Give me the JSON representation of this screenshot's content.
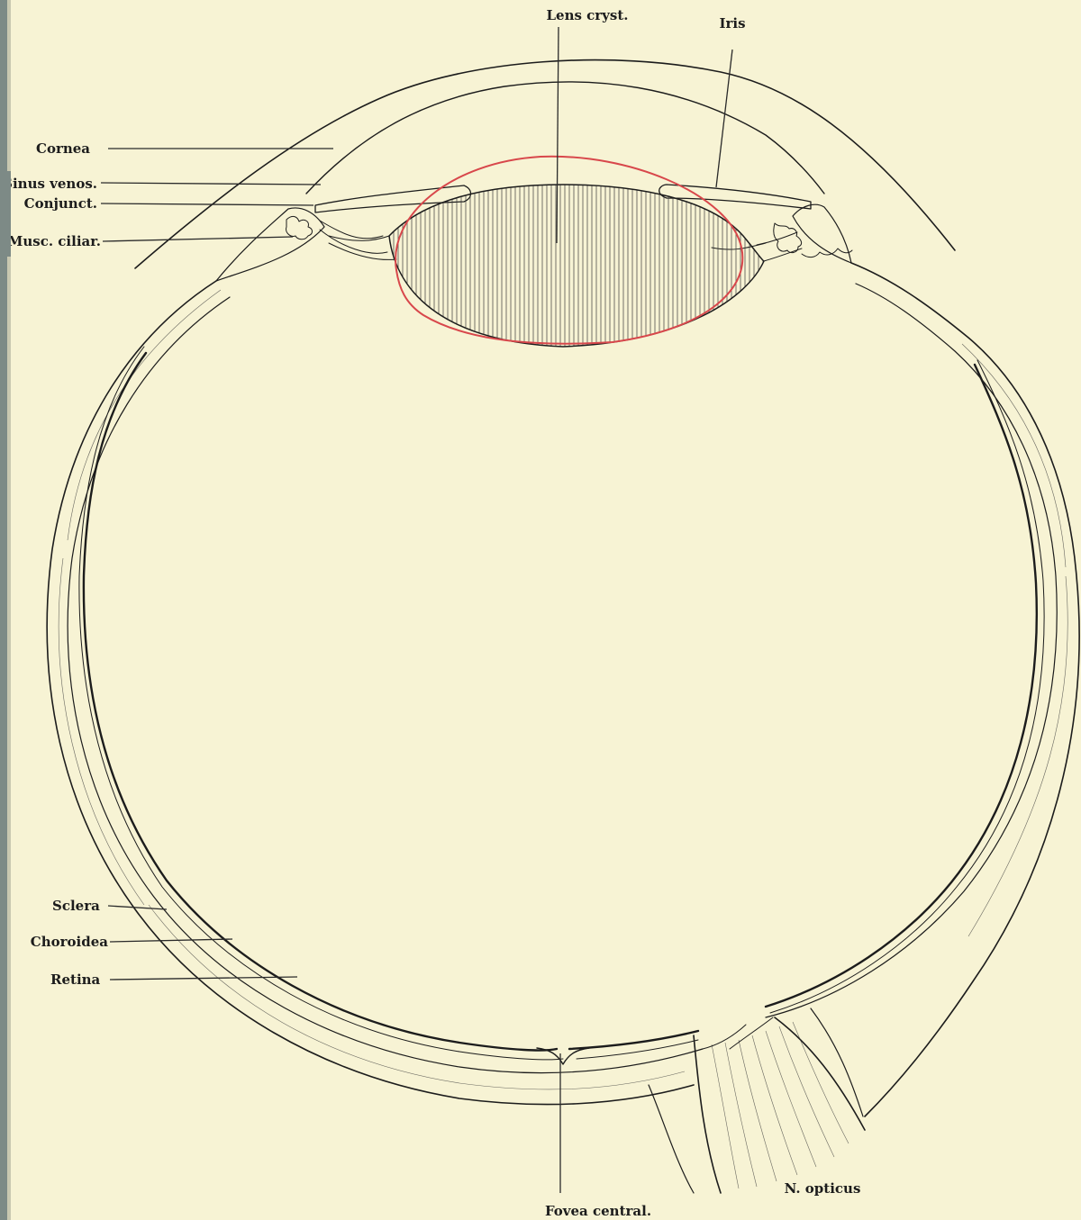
{
  "figure": {
    "labels": {
      "cornea": "Cornea",
      "sinus_venosus": "Sinus venos.",
      "conjunctiva": "Conjunct.",
      "musc_ciliaris": "Musc. ciliar.",
      "lens": "Lens cryst.",
      "iris": "Iris",
      "sclera": "Sclera",
      "choroidea": "Choroidea",
      "retina": "Retina",
      "fovea": "Fovea central.",
      "optic_nerve": "N. opticus"
    },
    "colors": {
      "paper": "#f7f3d4",
      "ink": "#1c1c1c",
      "lens_outline_red": "#d8474b",
      "binding_edge": "#7d8a86"
    }
  }
}
